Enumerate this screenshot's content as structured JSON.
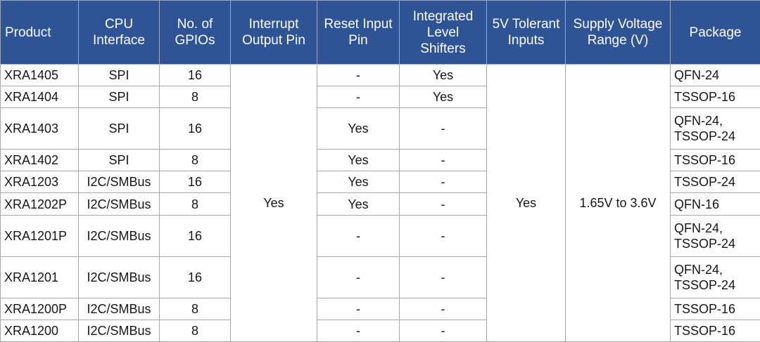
{
  "table": {
    "headers": [
      "Product",
      "CPU Interface",
      "No. of GPIOs",
      "Interrupt Output Pin",
      "Reset Input Pin",
      "Integrated Level Shifters",
      "5V Tolerant Inputs",
      "Supply Voltage Range (V)",
      "Package"
    ],
    "merged": {
      "interrupt_output_pin": "Yes",
      "tolerant_inputs": "Yes",
      "supply_voltage_range": "1.65V to 3.6V"
    },
    "rows": [
      {
        "product": "XRA1405",
        "cpu_interface": "SPI",
        "gpios": "16",
        "reset_input_pin": "-",
        "level_shifters": "Yes",
        "package": "QFN-24",
        "tall": false
      },
      {
        "product": "XRA1404",
        "cpu_interface": "SPI",
        "gpios": "8",
        "reset_input_pin": "-",
        "level_shifters": "Yes",
        "package": "TSSOP-16",
        "tall": false
      },
      {
        "product": "XRA1403",
        "cpu_interface": "SPI",
        "gpios": "16",
        "reset_input_pin": "Yes",
        "level_shifters": "-",
        "package": "QFN-24, TSSOP-24",
        "tall": true
      },
      {
        "product": "XRA1402",
        "cpu_interface": "SPI",
        "gpios": "8",
        "reset_input_pin": "Yes",
        "level_shifters": "-",
        "package": "TSSOP-16",
        "tall": false
      },
      {
        "product": "XRA1203",
        "cpu_interface": "I2C/SMBus",
        "gpios": "16",
        "reset_input_pin": "Yes",
        "level_shifters": "-",
        "package": "TSSOP-24",
        "tall": false
      },
      {
        "product": "XRA1202P",
        "cpu_interface": "I2C/SMBus",
        "gpios": "8",
        "reset_input_pin": "Yes",
        "level_shifters": "-",
        "package": "QFN-16",
        "tall": false
      },
      {
        "product": "XRA1201P",
        "cpu_interface": "I2C/SMBus",
        "gpios": "16",
        "reset_input_pin": "-",
        "level_shifters": "-",
        "package": "QFN-24, TSSOP-24",
        "tall": true
      },
      {
        "product": "XRA1201",
        "cpu_interface": "I2C/SMBus",
        "gpios": "16",
        "reset_input_pin": "-",
        "level_shifters": "-",
        "package": "QFN-24, TSSOP-24",
        "tall": true
      },
      {
        "product": "XRA1200P",
        "cpu_interface": "I2C/SMBus",
        "gpios": "8",
        "reset_input_pin": "-",
        "level_shifters": "-",
        "package": "TSSOP-16",
        "tall": false
      },
      {
        "product": "XRA1200",
        "cpu_interface": "I2C/SMBus",
        "gpios": "8",
        "reset_input_pin": "-",
        "level_shifters": "-",
        "package": "TSSOP-16",
        "tall": false
      }
    ]
  },
  "colors": {
    "header_background": "#2F5496",
    "header_text": "#FFFFFF",
    "body_text": "#161616",
    "grid_line": "#A6A6A6",
    "page_background": "#FFFFFF"
  }
}
